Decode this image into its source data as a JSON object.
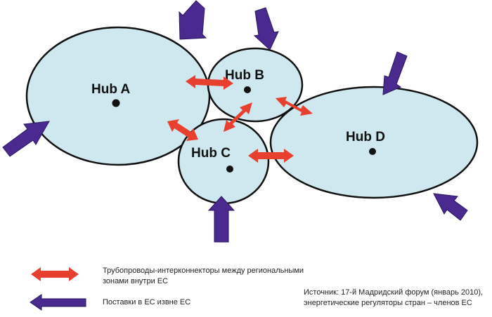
{
  "hubs": [
    {
      "id": "A",
      "label": "Hub A"
    },
    {
      "id": "B",
      "label": "Hub B"
    },
    {
      "id": "C",
      "label": "Hub C"
    },
    {
      "id": "D",
      "label": "Hub D"
    }
  ],
  "legend": {
    "interconnector": "Трубопроводы-интерконнекторы между региональными зонами внутри ЕС",
    "external_supply": "Поставки в ЕС извне ЕС"
  },
  "source": {
    "line1": "Источник: 17-й Мадридский форум (январь 2010),",
    "line2": "энергетические регуляторы стран – членов ЕС"
  },
  "colors": {
    "hub_fill": "#cfe7ee",
    "hub_stroke": "#111111",
    "interconnector_arrow": "#e8402f",
    "supply_arrow": "#4a2a8e"
  }
}
